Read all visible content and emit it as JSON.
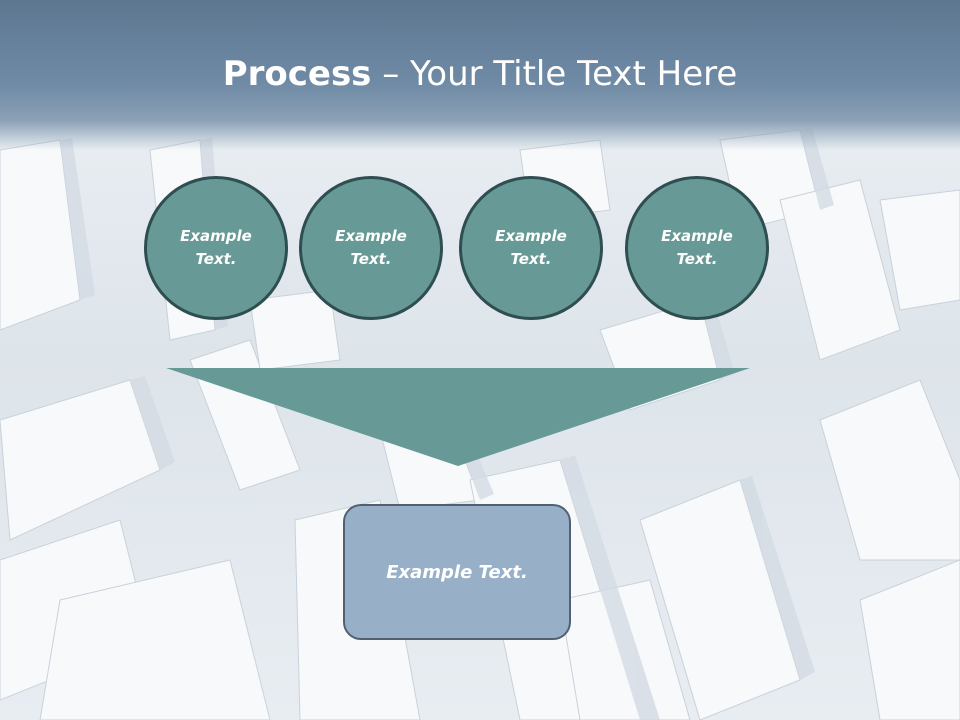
{
  "slide": {
    "title_bold": "Process",
    "title_rest": " – Your Title Text Here",
    "circles": [
      {
        "line1": "Example",
        "line2": "Text."
      },
      {
        "line1": "Example",
        "line2": "Text."
      },
      {
        "line1": "Example",
        "line2": "Text."
      },
      {
        "line1": "Example",
        "line2": "Text."
      }
    ],
    "result_text": "Example Text."
  },
  "colors": {
    "header": "#6f8aa5",
    "circle_fill": "#679996",
    "circle_border": "#2f4e51",
    "funnel": "#679996",
    "result_fill": "#98afc8",
    "result_border": "#526172"
  }
}
